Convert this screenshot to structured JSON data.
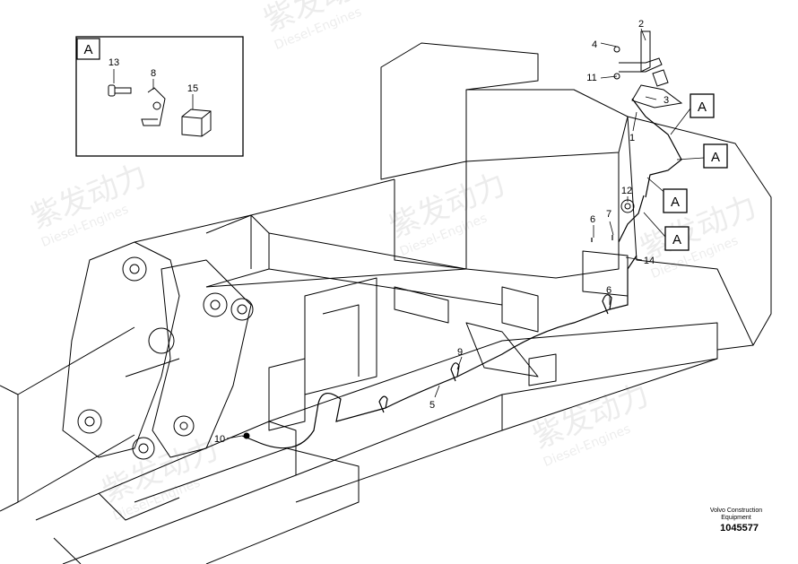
{
  "watermark": {
    "cn": "紫发动力",
    "en": "Diesel-Engines"
  },
  "callouts": {
    "n1": "1",
    "n2": "2",
    "n3": "3",
    "n4": "4",
    "n5": "5",
    "n6": "6",
    "n7": "7",
    "n8": "8",
    "n9": "9",
    "n10": "10",
    "n11": "11",
    "n12": "12",
    "n13": "13",
    "n14": "14",
    "n15": "15"
  },
  "detail_marker": "A",
  "footer": {
    "brand_line1": "Volvo Construction",
    "brand_line2": "Equipment",
    "drawing_number": "1045577"
  }
}
